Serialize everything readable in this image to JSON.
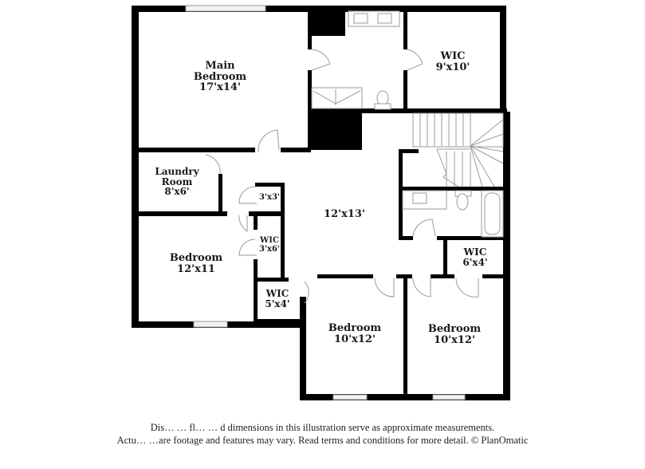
{
  "floorplan": {
    "rooms": [
      {
        "id": "main-bedroom",
        "name": "Main\nBedroom",
        "name_line1": "Main",
        "name_line2": "Bedroom",
        "dimensions": "17'x14'"
      },
      {
        "id": "main-wic",
        "name": "WIC",
        "dimensions": "9'x10'"
      },
      {
        "id": "laundry-room",
        "name_line1": "Laundry",
        "name_line2": "Room",
        "dimensions": "8'x6'"
      },
      {
        "id": "closet-3x3",
        "name": "",
        "dimensions": "3'x3'"
      },
      {
        "id": "hall-wic",
        "name": "WIC",
        "dimensions": "3'x6'"
      },
      {
        "id": "bedroom-west",
        "name": "Bedroom",
        "dimensions": "12'x11"
      },
      {
        "id": "loft",
        "name": "",
        "dimensions": "12'x13'"
      },
      {
        "id": "wic-5x4",
        "name": "WIC",
        "dimensions": "5'x4'"
      },
      {
        "id": "wic-6x4",
        "name": "WIC",
        "dimensions": "6'x4'"
      },
      {
        "id": "bedroom-south-center",
        "name": "Bedroom",
        "dimensions": "10'x12'"
      },
      {
        "id": "bedroom-south-east",
        "name": "Bedroom",
        "dimensions": "10'x12'"
      }
    ],
    "fixture_icons": [
      "double-sink-icon",
      "shower-icon",
      "toilet-icon",
      "bathtub-icon",
      "sink-icon",
      "staircase-icon",
      "window-icon",
      "door-swing-icon"
    ],
    "colors": {
      "wall": "#000000",
      "fixture_stroke": "#9a9a9a",
      "background": "#ffffff",
      "text": "#1a1a1a"
    }
  },
  "disclaimer": {
    "line1": "Dis… … fl… … d dimensions in this illustration serve as approximate measurements.",
    "line2": "Actu… …are footage and features may vary. Read terms and conditions for more detail. © PlanOmatic"
  }
}
